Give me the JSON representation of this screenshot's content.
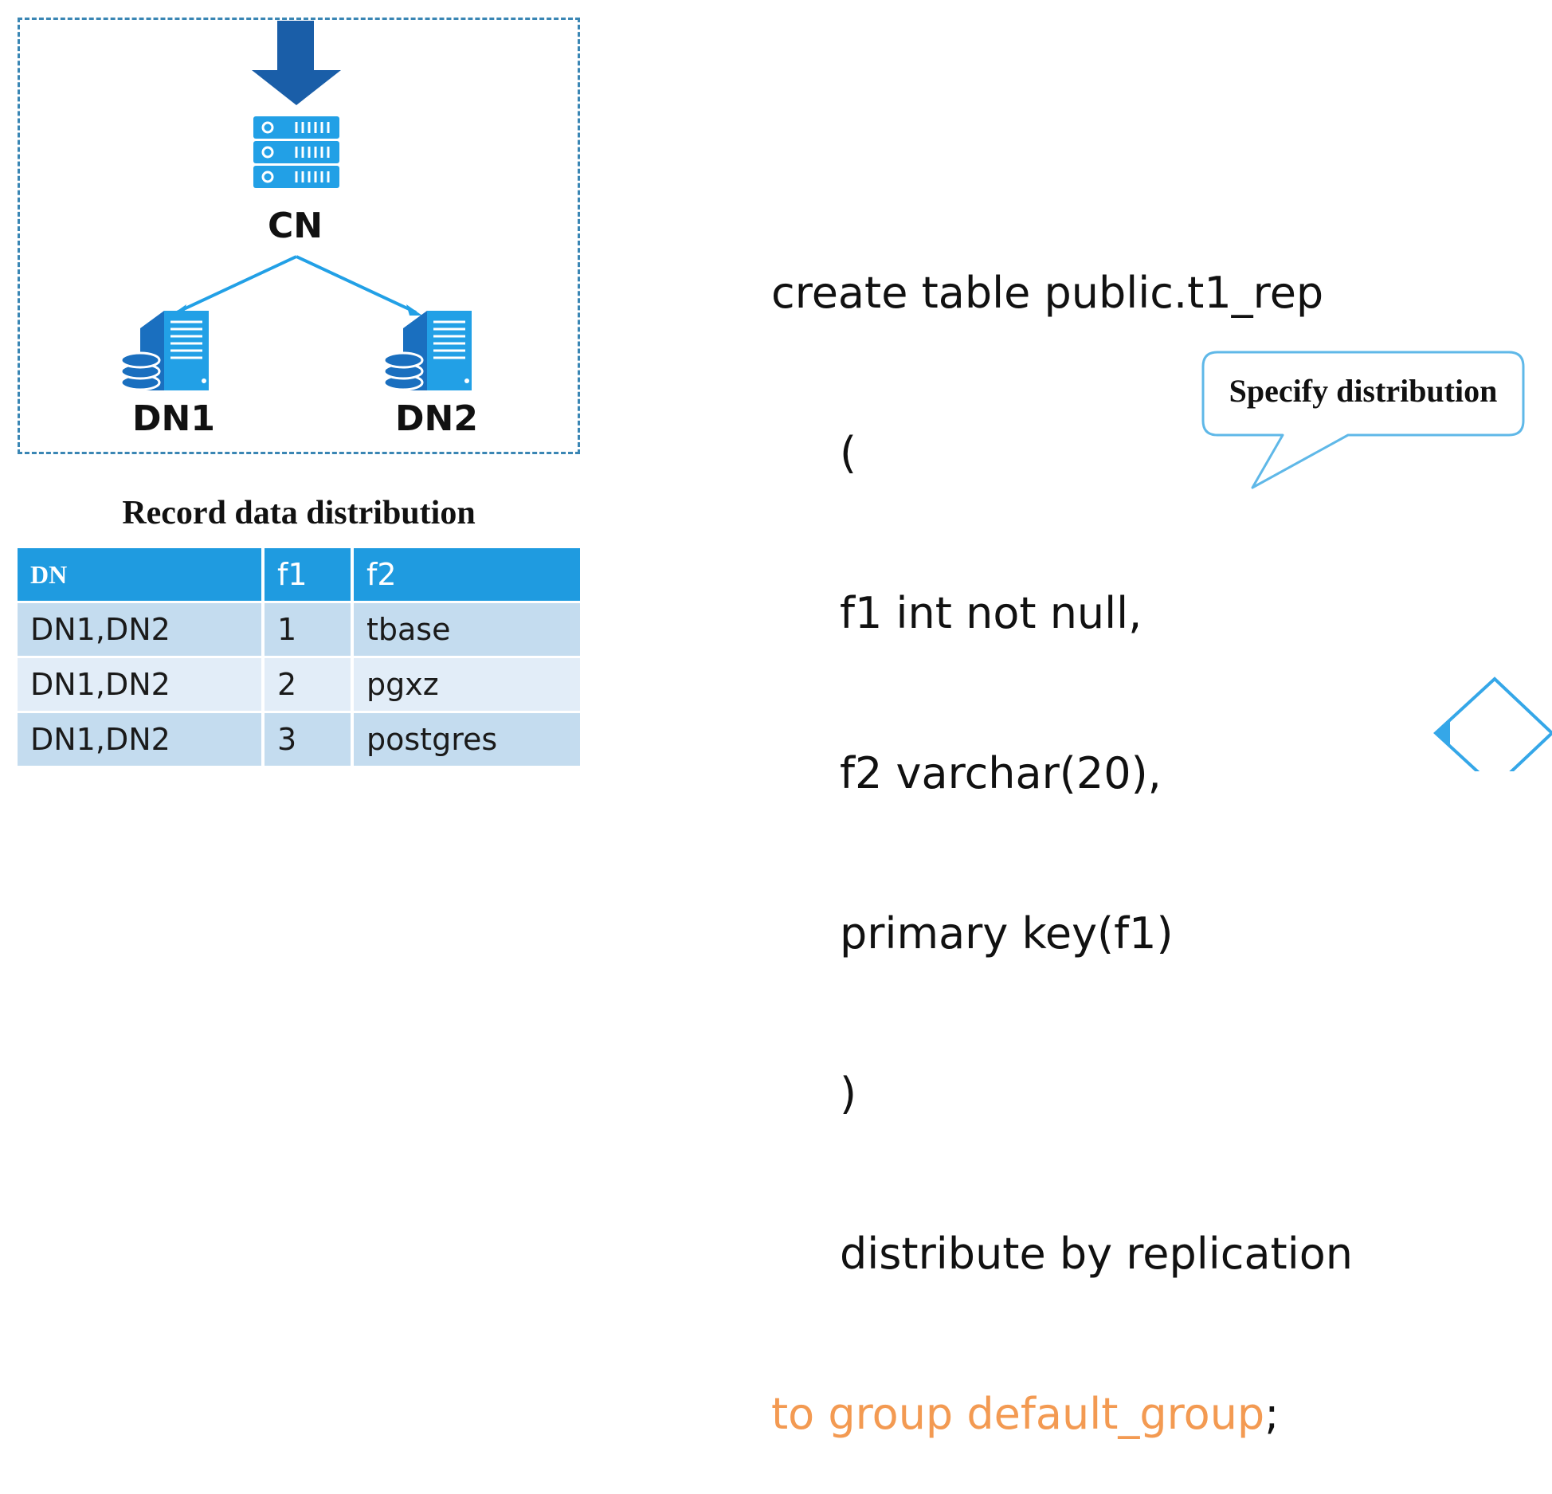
{
  "diagram": {
    "coordinator_label": "CN",
    "data_nodes": [
      "DN1",
      "DN2"
    ],
    "colors": {
      "blue_dark": "#1a5ea8",
      "blue_light": "#22a0e6",
      "dashed_border": "#3a86b4"
    }
  },
  "table": {
    "title": "Record data distribution",
    "headers": [
      "DN",
      "f1",
      "f2"
    ],
    "rows": [
      [
        "DN1,DN2",
        "1",
        "tbase"
      ],
      [
        "DN1,DN2",
        "2",
        "pgxz"
      ],
      [
        "DN1,DN2",
        "3",
        "postgres"
      ]
    ],
    "colors": {
      "header": "#1f9be0",
      "row_dark": "#c4dcef",
      "row_light": "#e2edf8"
    }
  },
  "code": {
    "lines": [
      "create table public.t1_rep",
      "(",
      "f1 int not null,",
      "f2 varchar(20),",
      "primary key(f1)",
      ")",
      "distribute by replication"
    ],
    "last_line_highlight": "to group default_group",
    "last_line_suffix": ";",
    "highlight_color": "#f39a52"
  },
  "callout": {
    "text": "Specify distribution"
  }
}
